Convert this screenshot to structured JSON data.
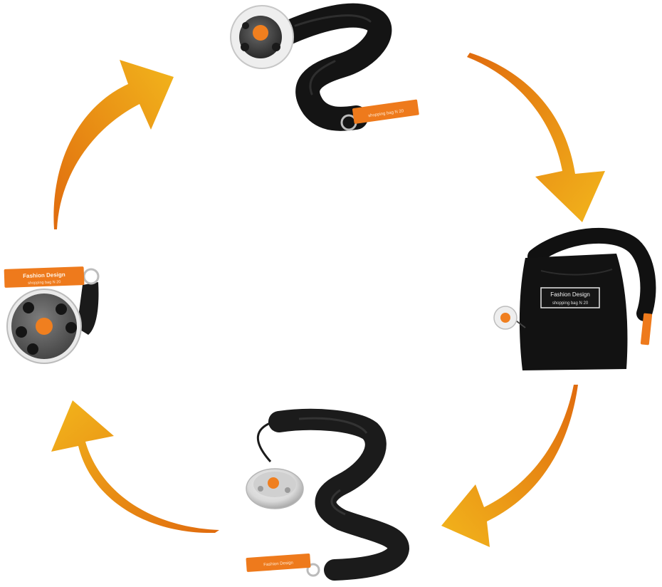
{
  "colors": {
    "arrow_light": "#f2b51c",
    "arrow_dark": "#e06b0e",
    "strap_orange": "#ee7a1c",
    "disc_center_orange": "#f07f1f",
    "bag_black": "#121212",
    "sleeve_black": "#1b1b1b"
  },
  "labels": {
    "brand": "Fashion Design",
    "subline": "shopping bag N 20",
    "bag_brand": "Fashion Design",
    "bag_subline": "shopping bag N 20"
  },
  "icons": [
    "cycle-arrow-icon"
  ]
}
